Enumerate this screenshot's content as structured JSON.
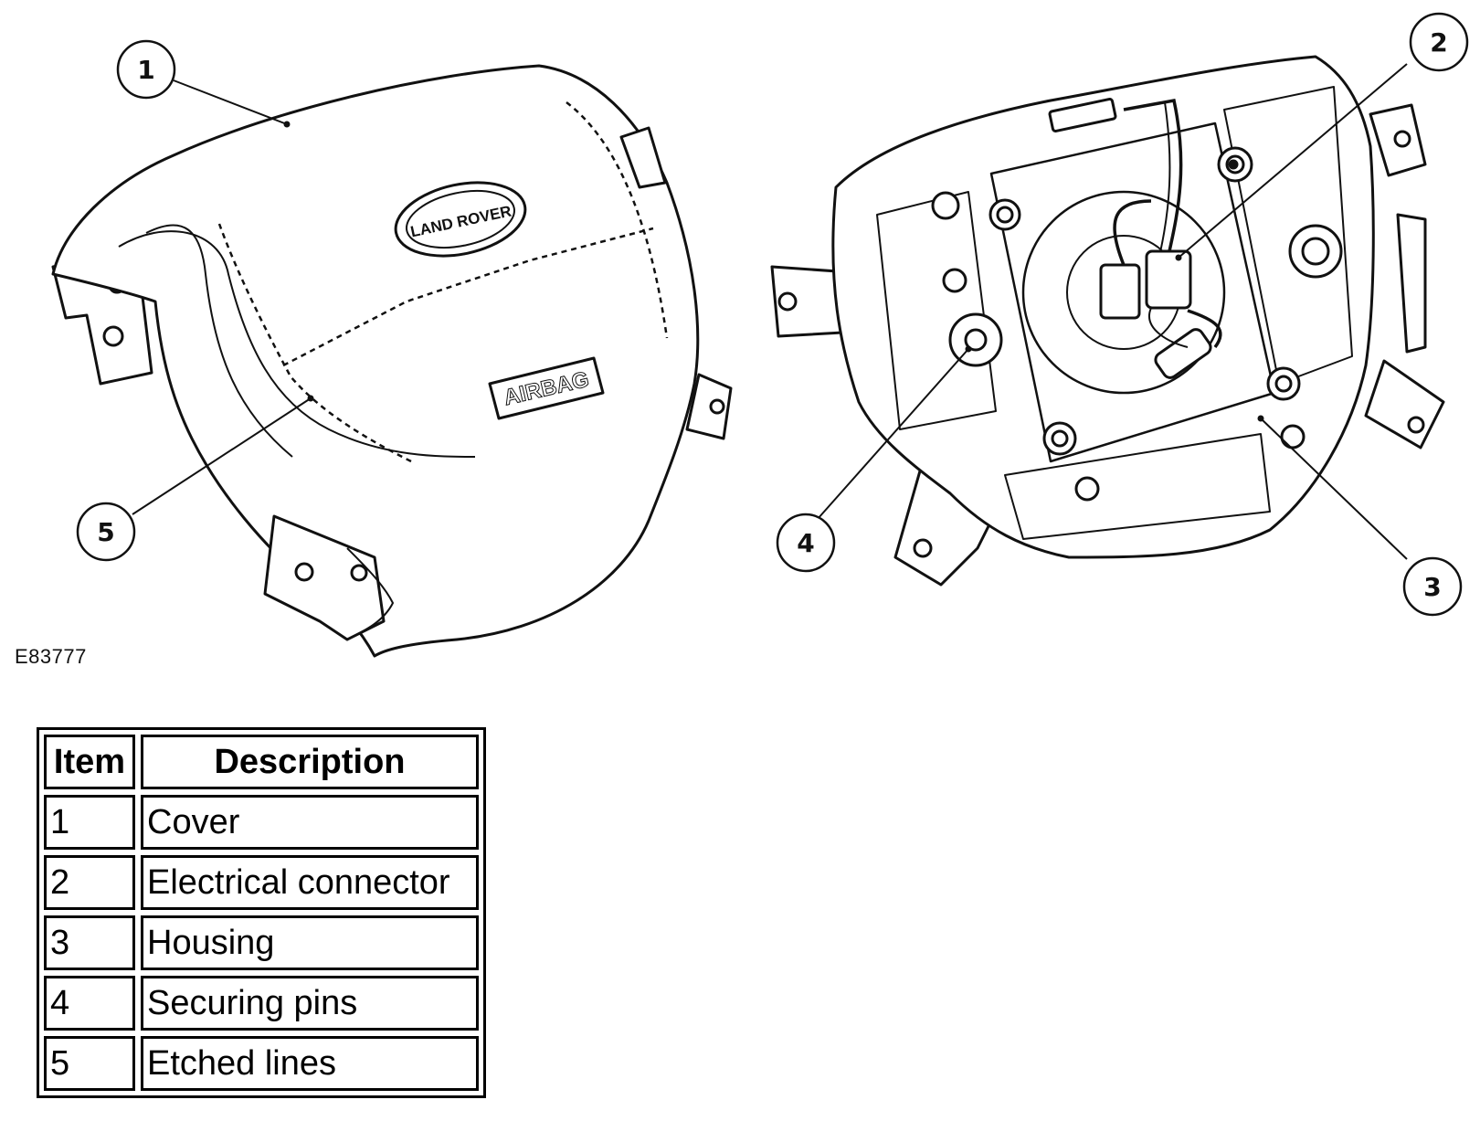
{
  "figure": {
    "reference": "E83777",
    "cover_badge": "LAND ROVER",
    "cover_label": "AIRBAG",
    "callouts": [
      "1",
      "2",
      "3",
      "4",
      "5"
    ]
  },
  "legend": {
    "headers": {
      "item": "Item",
      "description": "Description"
    },
    "rows": [
      {
        "item": "1",
        "description": "Cover"
      },
      {
        "item": "2",
        "description": "Electrical connector"
      },
      {
        "item": "3",
        "description": "Housing"
      },
      {
        "item": "4",
        "description": "Securing pins"
      },
      {
        "item": "5",
        "description": "Etched lines"
      }
    ]
  }
}
